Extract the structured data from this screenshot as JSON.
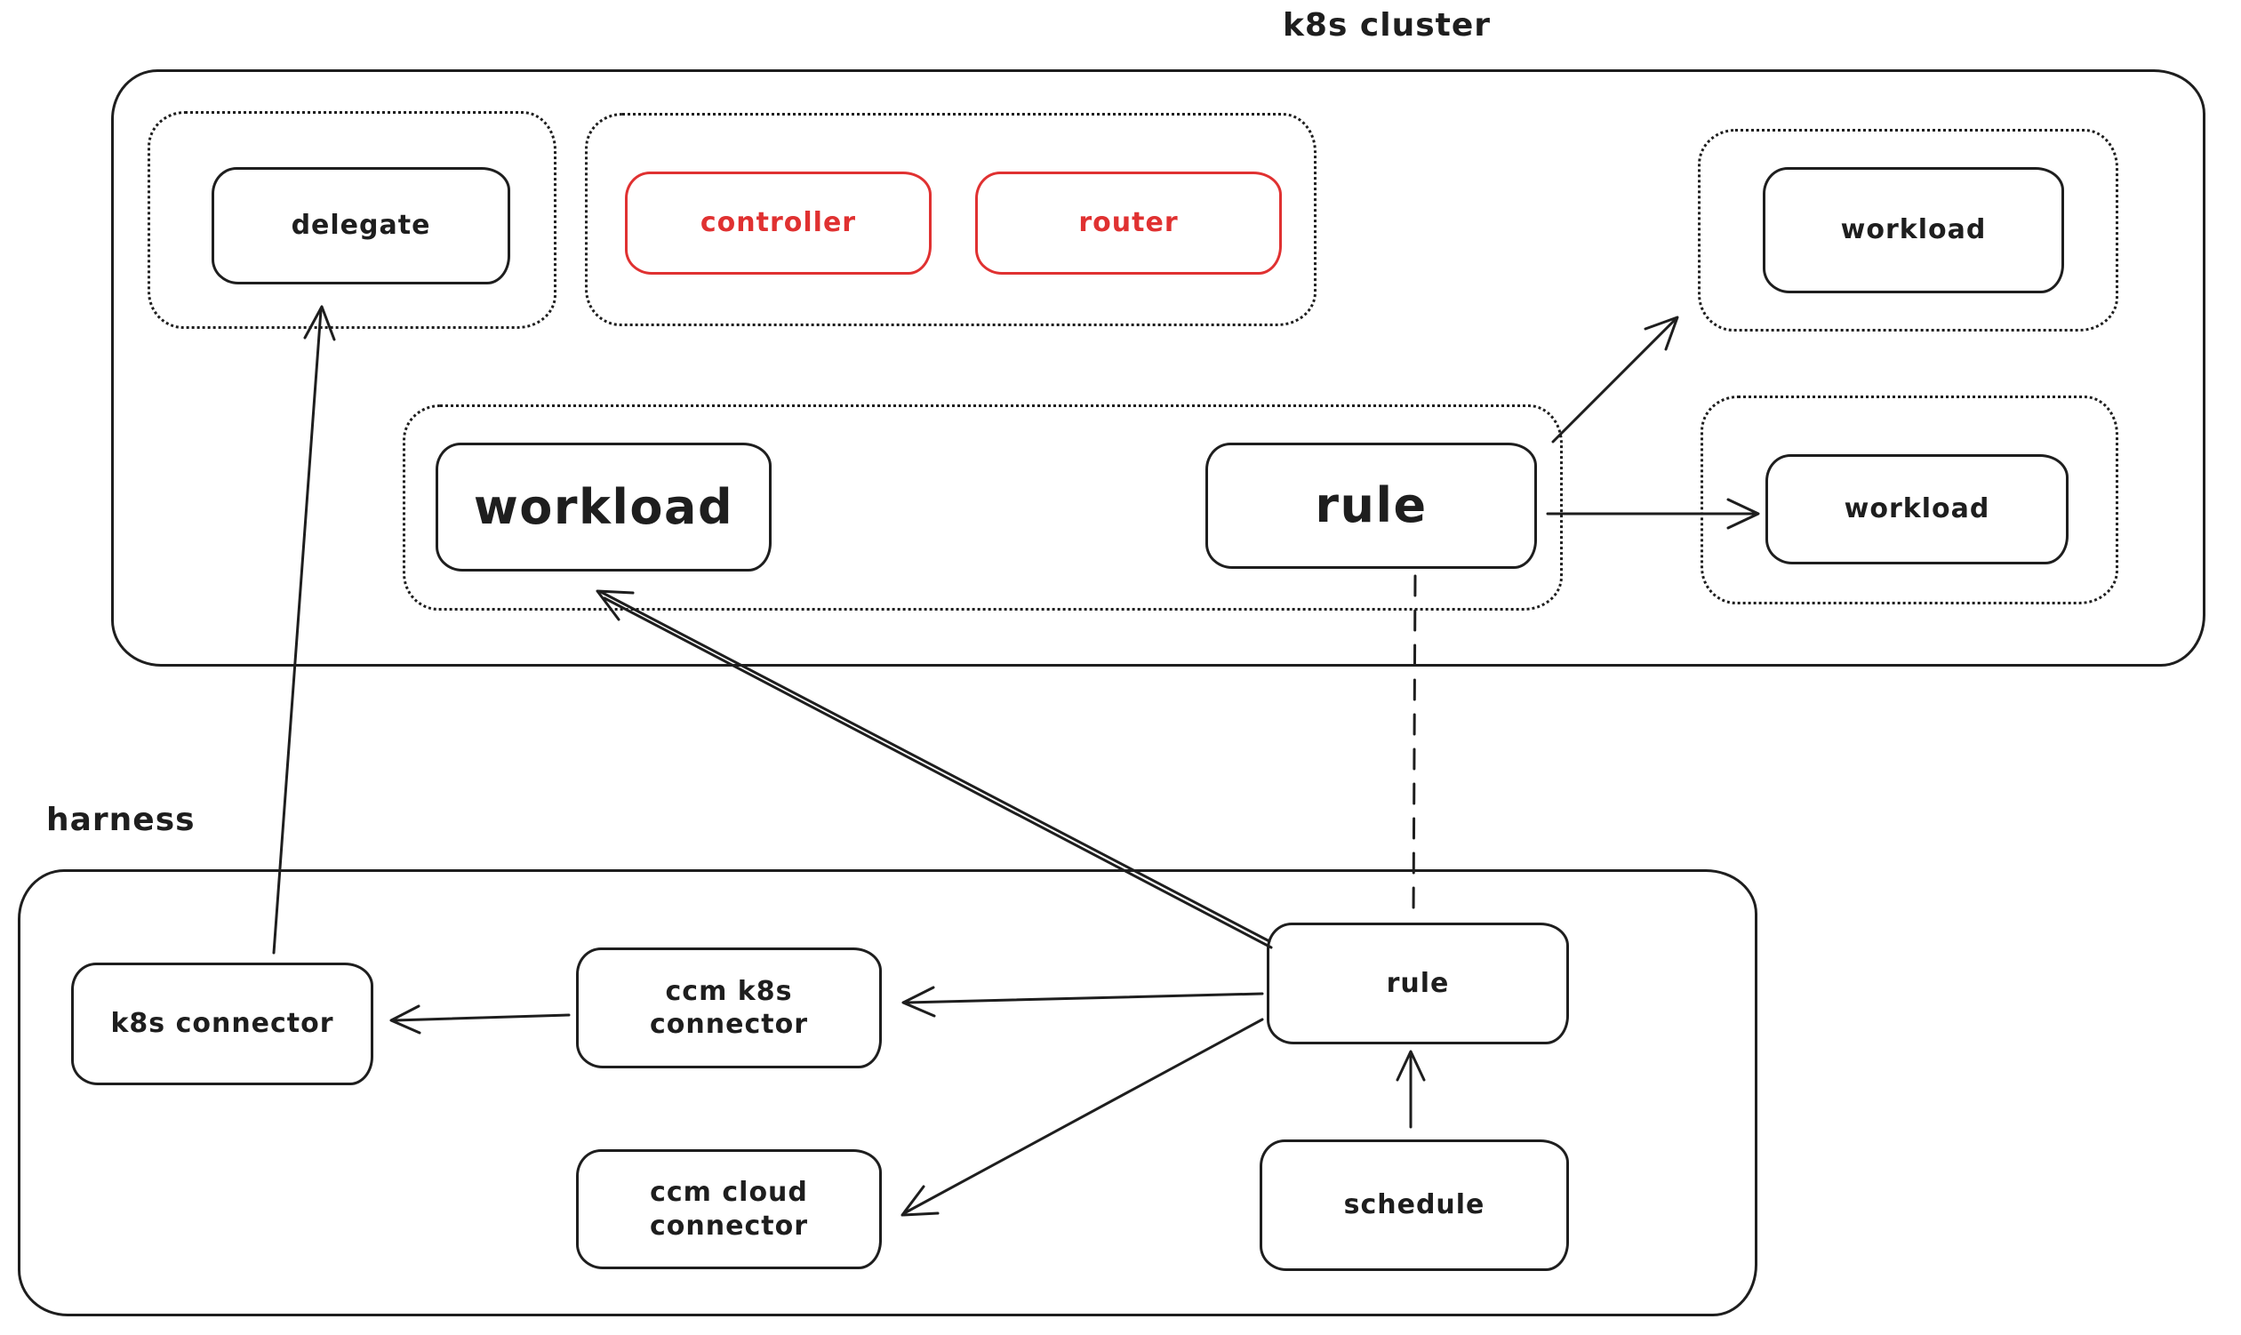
{
  "diagram": {
    "background": "#ffffff",
    "stroke_color": "#1e1e1e",
    "accent_color": "#e03131"
  },
  "frames": {
    "k8s_cluster": {
      "title": "k8s cluster"
    },
    "harness": {
      "title": "harness"
    }
  },
  "nodes": {
    "delegate": {
      "label": "delegate"
    },
    "controller": {
      "label": "controller",
      "color": "#e03131"
    },
    "router": {
      "label": "router",
      "color": "#e03131"
    },
    "workload_top_right": {
      "label": "workload"
    },
    "workload_main": {
      "label": "workload"
    },
    "rule_k8s": {
      "label": "rule"
    },
    "workload_right": {
      "label": "workload"
    },
    "k8s_connector": {
      "label": "k8s connector"
    },
    "ccm_k8s_connector": {
      "label": "ccm k8s connector"
    },
    "ccm_cloud_connector": {
      "label": "ccm cloud connector"
    },
    "rule_harness": {
      "label": "rule"
    },
    "schedule": {
      "label": "schedule"
    }
  },
  "edges": [
    {
      "from": "rule_k8s",
      "to": "workload_top_right",
      "style": "solid-arrow"
    },
    {
      "from": "rule_k8s",
      "to": "workload_right",
      "style": "solid-arrow"
    },
    {
      "from": "rule_harness",
      "to": "rule_k8s",
      "style": "dashed-line"
    },
    {
      "from": "rule_harness",
      "to": "workload_main",
      "style": "double-stroke-arrow"
    },
    {
      "from": "rule_harness",
      "to": "ccm_k8s_connector",
      "style": "solid-arrow"
    },
    {
      "from": "rule_harness",
      "to": "ccm_cloud_connector",
      "style": "solid-arrow"
    },
    {
      "from": "ccm_k8s_connector",
      "to": "k8s_connector",
      "style": "solid-arrow"
    },
    {
      "from": "schedule",
      "to": "rule_harness",
      "style": "solid-arrow"
    },
    {
      "from": "k8s_connector",
      "to": "delegate",
      "style": "solid-arrow"
    }
  ]
}
